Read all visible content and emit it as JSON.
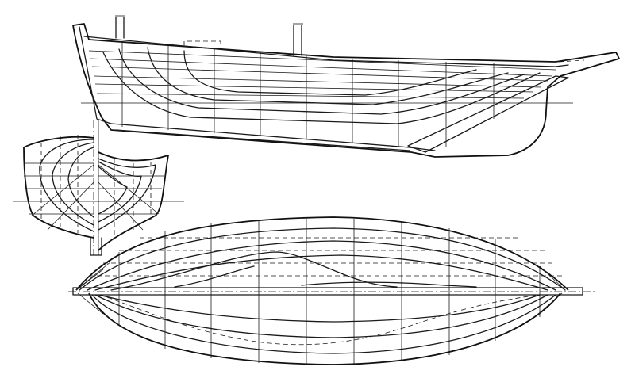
{
  "drawing": {
    "views": [
      "profile",
      "body-plan",
      "half-breadth"
    ],
    "stations": 12,
    "ink_color": "#1a1a1a",
    "paper_color": "#ffffff"
  }
}
